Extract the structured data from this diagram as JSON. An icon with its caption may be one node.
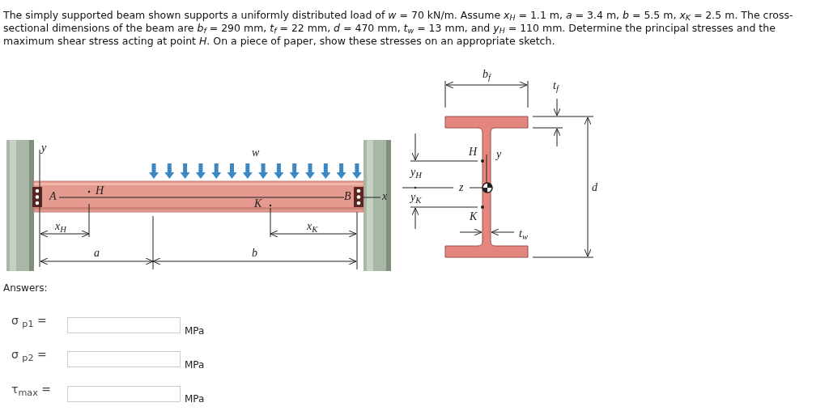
{
  "diagram": {
    "title": "The simply supported beam shown supports a uniformly distributed load of *w* = 70 kN/m. Assume *x*$_{H}$ = 1.1 m, *a* = 3.4 m, *b* = 5.5 m, *x*$_{K}$ = 2.5 m. The cross-sectional dimensions of the beam are *b*$_{f}$ = 290 mm, *t*$_{f}$ = 22 mm, *d* = 470 mm, *t*$_{w}$ = 13 mm, and *y*$_{H}$ = 110 mm. Determine the principal stresses and the maximum shear stress acting at point *H*. On a piece of paper, show these stresses on an appropriate sketch.",
    "labels": [
      "y",
      "w",
      "H",
      "A",
      "K",
      "B",
      "x",
      "x$_{H}$",
      "x$_{K}$",
      "a",
      "b",
      "b$_{f}$",
      "t$_{f}$",
      "H",
      "y",
      "y$_{H}$",
      "z",
      "y$_{K}$",
      "K",
      "t$_{w}$",
      "d",
      "Answers:",
      "σ $_{p1}$ =",
      "MPa",
      "σ $_{p2}$ =",
      "MPa",
      "τ$_{max}$ =",
      "MPa"
    ]
  }
}
